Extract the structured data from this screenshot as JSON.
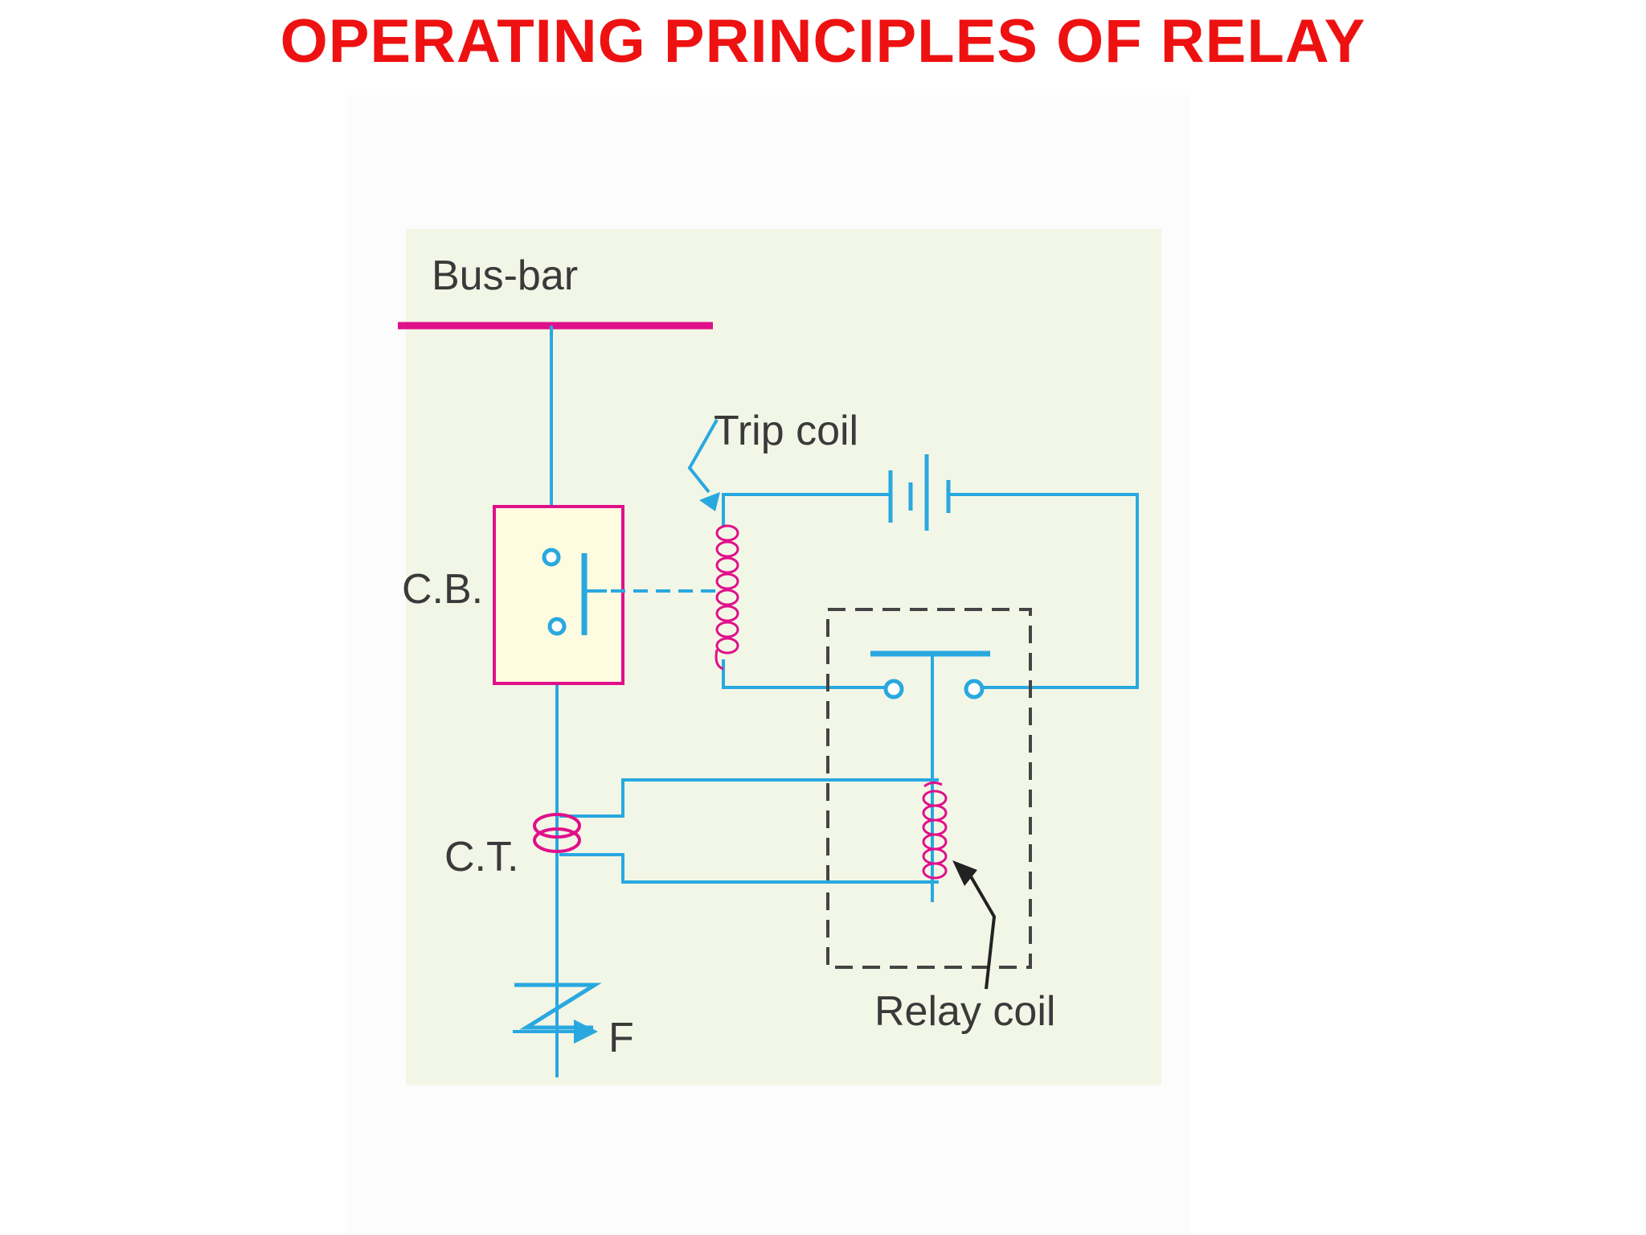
{
  "title": "OPERATING PRINCIPLES OF RELAY",
  "labels": {
    "bus_bar": "Bus-bar",
    "trip_coil": "Trip coil",
    "cb": "C.B.",
    "ct": "C.T.",
    "relay_coil": "Relay coil",
    "fault": "F"
  },
  "colors": {
    "title": "#ee1111",
    "wire": "#29a8e0",
    "coil": "#e0108a",
    "panel": "#f2f6e6",
    "cb_fill": "#fdfbe0",
    "text": "#3a3a3a",
    "relay_box": "#444444"
  },
  "icons": [
    "battery-icon",
    "trip-coil-icon",
    "relay-coil-icon",
    "ct-icon",
    "fault-arrow-icon"
  ]
}
